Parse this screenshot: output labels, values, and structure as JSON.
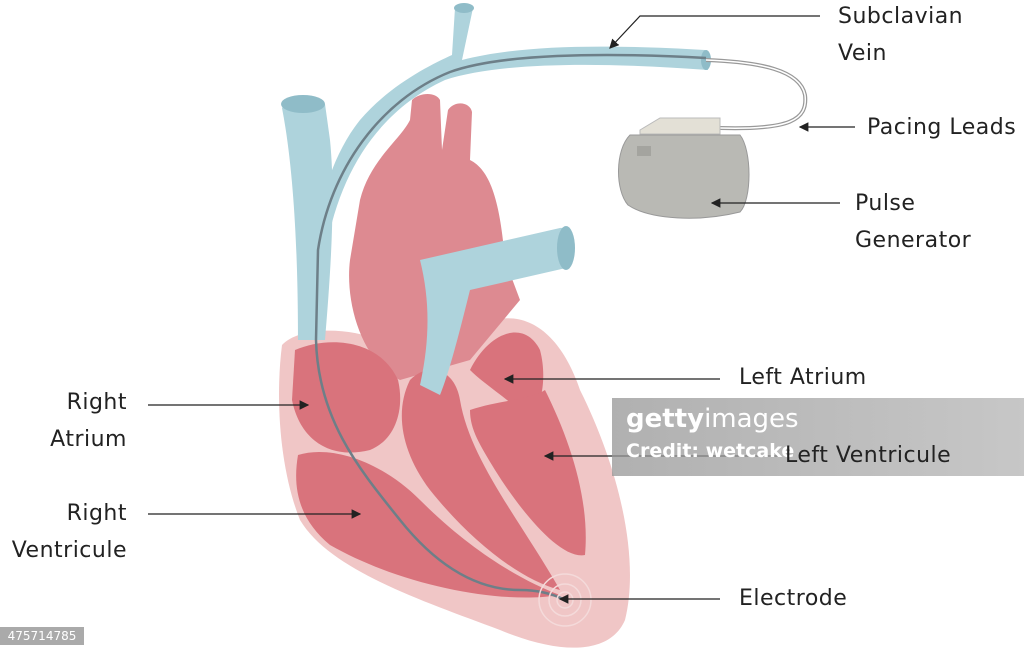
{
  "labels": {
    "subclavian_vein": [
      "Subclavian",
      "Vein"
    ],
    "pacing_leads": "Pacing Leads",
    "pulse_generator": [
      "Pulse",
      "Generator"
    ],
    "left_atrium": "Left Atrium",
    "left_ventricle": "Left Ventricule",
    "right_atrium": [
      "Right",
      "Atrium"
    ],
    "right_ventricle": [
      "Right",
      "Ventricule"
    ],
    "electrode": "Electrode"
  },
  "watermark": {
    "brand_bold": "getty",
    "brand_light": "images",
    "credit": "Credit: wetcake"
  },
  "image_id": "475714785",
  "colors": {
    "vein": "#aed3dc",
    "myocardium": "#d9737c",
    "aorta": "#dd8a91",
    "pericardium": "#f0c6c6",
    "generator": "#b9b9b4",
    "leads": "#999999"
  }
}
